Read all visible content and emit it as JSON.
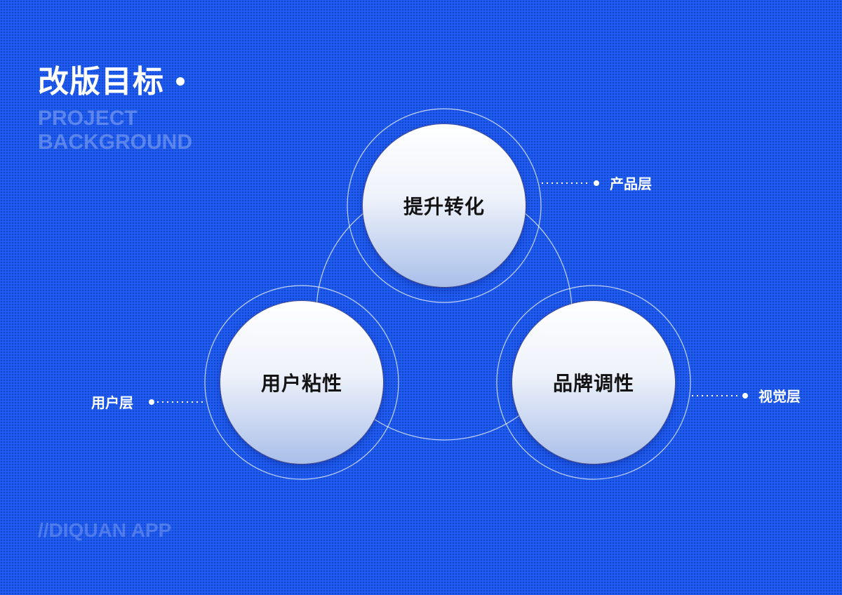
{
  "header": {
    "title": "改版目标",
    "subtitle_line1": "PROJECT",
    "subtitle_line2": "BACKGROUND"
  },
  "diagram": {
    "nodes": [
      {
        "id": "top",
        "label": "提升转化",
        "layer": "产品层"
      },
      {
        "id": "left",
        "label": "用户粘性",
        "layer": "用户层"
      },
      {
        "id": "right",
        "label": "品牌调性",
        "layer": "视觉层"
      }
    ]
  },
  "footer": {
    "text": "//DIQUAN APP"
  },
  "colors": {
    "background": "#1f5cf0",
    "node_top": "#ffffff",
    "node_bottom": "#a9bfe9",
    "text_dark": "#141414"
  }
}
